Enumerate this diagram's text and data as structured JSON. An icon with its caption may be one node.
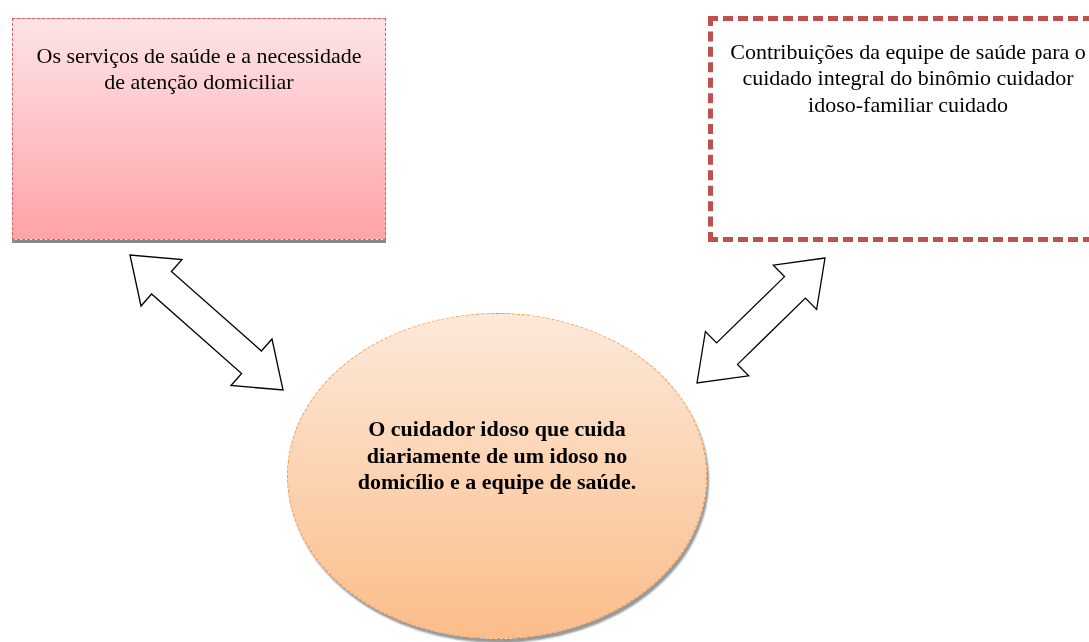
{
  "diagram": {
    "nodes": [
      {
        "text": [
          "Os serviços de saúde e a necessidade de atenção domiciliar"
        ]
      },
      {
        "text": [
          "Contribuições da equipe de saúde para o cuidado integral do binômio cuidador idoso-familiar cuidado"
        ]
      },
      {
        "text": [
          "O cuidador idoso que cuida diariamente de um idoso no domicílio e a equipe de saúde."
        ]
      }
    ],
    "edges": [
      {
        "from": 0,
        "to": 2,
        "arrow": "both"
      },
      {
        "from": 1,
        "to": 2,
        "arrow": "both"
      }
    ]
  }
}
